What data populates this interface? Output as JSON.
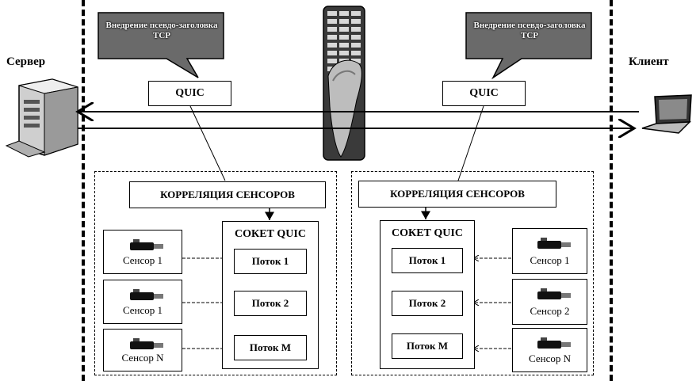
{
  "labels": {
    "server": "Сервер",
    "client": "Клиент"
  },
  "callouts": {
    "left": "Внедрение псевдо-заголовка TCP",
    "right": "Внедрение псевдо-заголовка TCP"
  },
  "quic": {
    "left": "QUIC",
    "right": "QUIC"
  },
  "correlation": {
    "left": "КОРРЕЛЯЦИЯ СЕНСОРОВ",
    "right": "КОРРЕЛЯЦИЯ СЕНСОРОВ"
  },
  "socket": {
    "left": {
      "title": "СОКЕТ QUIC",
      "streams": [
        "Поток 1",
        "Поток 2",
        "Поток M"
      ]
    },
    "right": {
      "title": "СОКЕТ QUIC",
      "streams": [
        "Поток 1",
        "Поток 2",
        "Поток M"
      ]
    }
  },
  "sensors": {
    "left": [
      "Сенсор 1",
      "Сенсор 1",
      "Сенсор N"
    ],
    "right": [
      "Сенсор 1",
      "Сенсор 2",
      "Сенсор N"
    ]
  },
  "icons": {
    "server": "server-tower-icon",
    "client": "laptop-icon",
    "middle": "firewall-icon",
    "sensor": "usb-sensor-icon"
  }
}
